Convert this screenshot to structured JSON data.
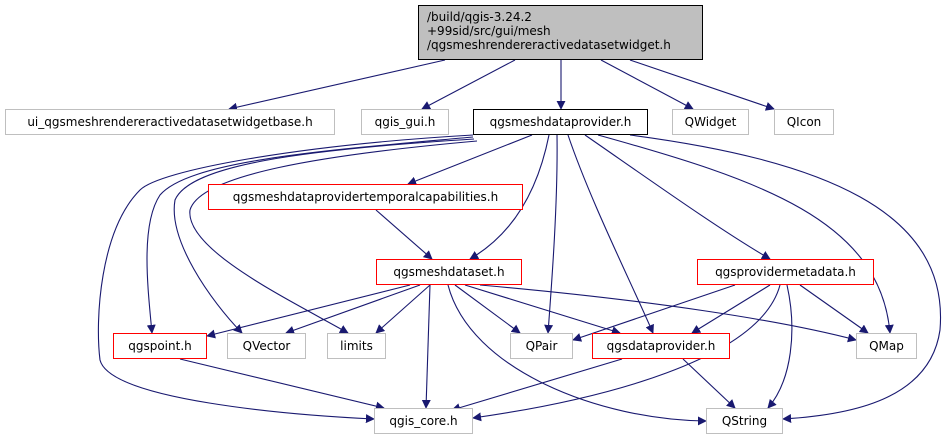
{
  "nodes": {
    "root": "/build/qgis-3.24.2\n+99sid/src/gui/mesh\n/qgsmeshrendereractivedatasetwidget.h",
    "ui_base": "ui_qgsmeshrendereractivedatasetwidgetbase.h",
    "qgis_gui": "qgis_gui.h",
    "meshdataprovider": "qgsmeshdataprovider.h",
    "qwidget": "QWidget",
    "qicon": "QIcon",
    "temporalcaps": "qgsmeshdataprovidertemporalcapabilities.h",
    "meshdataset": "qgsmeshdataset.h",
    "providermetadata": "qgsprovidermetadata.h",
    "qgspoint": "qgspoint.h",
    "qvector": "QVector",
    "limits": "limits",
    "qpair": "QPair",
    "dataprovider": "qgsdataprovider.h",
    "qmap": "QMap",
    "qgis_core": "qgis_core.h",
    "qstring": "QString"
  },
  "colors": {
    "edge": "#191970",
    "root_fill": "#bfbfbf",
    "documented_border": "#ff0000",
    "undocumented_border": "#bfbfbf"
  }
}
